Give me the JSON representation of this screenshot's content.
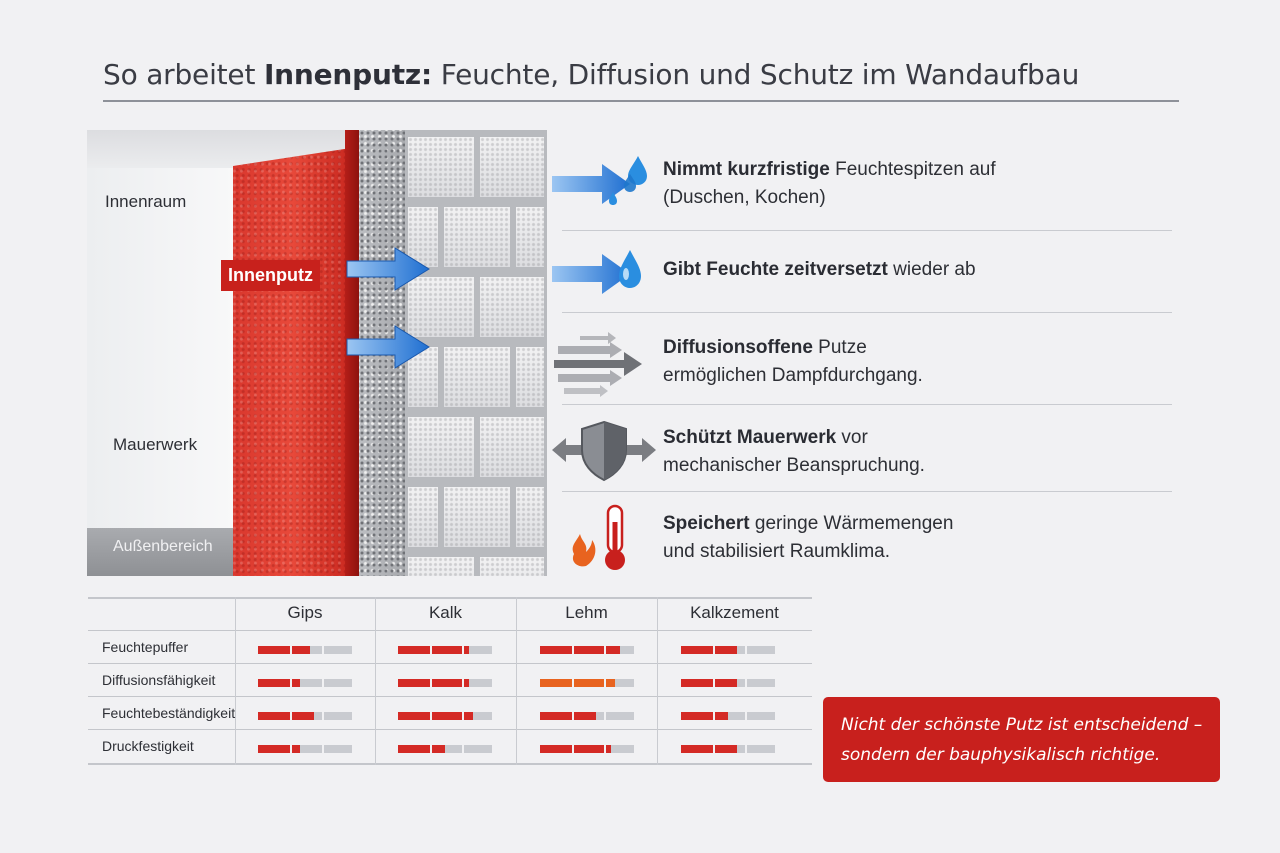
{
  "title": {
    "part1": "So arbeitet ",
    "part2": "Innenputz:",
    "part3": " Feuchte, Diffusion und Schutz im Wandaufbau"
  },
  "diagram": {
    "label_room": "Innenraum",
    "label_plaster": "Innenputz",
    "label_masonry": "Mauerwerk",
    "label_outside": "Außenbereich"
  },
  "features": [
    {
      "bold": "Nimmt kurzfristige",
      "rest": " Feuchtespitzen auf",
      "line2": "(Duschen, Kochen)",
      "icon": "water-drops-icon"
    },
    {
      "bold": "Gibt Feuchte zeitversetzt",
      "rest": " wieder ab",
      "line2": "",
      "icon": "water-drop-icon"
    },
    {
      "bold": "Diffusionsoffene",
      "rest": " Putze",
      "line2": "ermöglichen Dampfdurchgang.",
      "icon": "vapor-arrows-icon"
    },
    {
      "bold": "Schützt Mauerwerk",
      "rest": " vor",
      "line2": "mechanischer Beanspruchung.",
      "icon": "shield-icon"
    },
    {
      "bold": "Speichert",
      "rest": " geringe Wärmemengen",
      "line2": "und stabilisiert Raumklima.",
      "icon": "thermometer-icon"
    }
  ],
  "table": {
    "columns": [
      "Gips",
      "Kalk",
      "Lehm",
      "Kalkzement"
    ],
    "rows": [
      {
        "label": "Feuchtepuffer",
        "ratings": [
          0.55,
          0.75,
          0.85,
          0.6
        ]
      },
      {
        "label": "Diffusionsfähigkeit",
        "ratings": [
          0.45,
          0.75,
          0.8,
          0.6
        ]
      },
      {
        "label": "Feuchtebeständigkeit",
        "ratings": [
          0.6,
          0.8,
          0.6,
          0.5
        ]
      },
      {
        "label": "Druckfestigkeit",
        "ratings": [
          0.45,
          0.5,
          0.75,
          0.6
        ]
      }
    ]
  },
  "callout": {
    "line1": "Nicht der schönste Putz ist entscheidend –",
    "line2": "sondern der bauphysikalisch richtige."
  },
  "colors": {
    "accent_red": "#c8201d",
    "bar_red": "#d42a25",
    "bar_orange": "#e8631f",
    "bar_grey": "#a9abb0",
    "bar_light": "#c9cbd0",
    "arrow_blue": "#1f6fd1"
  }
}
